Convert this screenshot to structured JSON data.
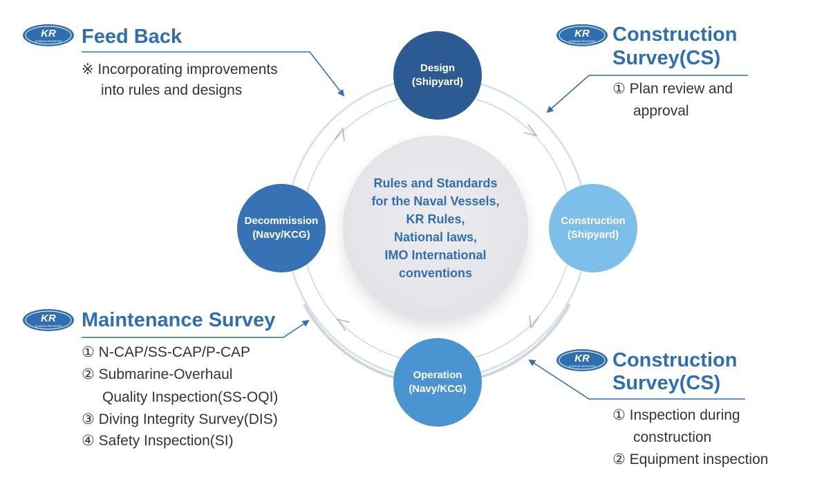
{
  "logo_text": "KR",
  "logo_subtext": "KOREAN REGISTER",
  "center": {
    "lines": [
      "Rules and Standards",
      "for the Naval Vessels,",
      "KR Rules,",
      "National laws,",
      "IMO International",
      "conventions"
    ]
  },
  "stages": {
    "design": {
      "line1": "Design",
      "line2": "(Shipyard)",
      "color": "#2c5a92"
    },
    "construction": {
      "line1": "Construction",
      "line2": "(Shipyard)",
      "color": "#7dbfe9"
    },
    "operation": {
      "line1": "Operation",
      "line2": "(Navy/KCG)",
      "color": "#4a95d1"
    },
    "decommission": {
      "line1": "Decommission",
      "line2": "(Navy/KCG)",
      "color": "#3672b4"
    }
  },
  "feedback": {
    "title": "Feed Back",
    "items": [
      "※ Incorporating improvements",
      "into rules and designs"
    ]
  },
  "cs_top": {
    "title_line1": "Construction",
    "title_line2": "Survey(CS)",
    "items": [
      "① Plan review and",
      "approval"
    ]
  },
  "maintenance": {
    "title": "Maintenance Survey",
    "items": [
      "① N-CAP/SS-CAP/P-CAP",
      "② Submarine-Overhaul",
      "Quality Inspection(SS-OQI)",
      "③ Diving Integrity Survey(DIS)",
      "④ Safety Inspection(SI)"
    ]
  },
  "cs_bottom": {
    "title_line1": "Construction",
    "title_line2": "Survey(CS)",
    "items": [
      "① Inspection during",
      "construction",
      "② Equipment inspection"
    ]
  },
  "colors": {
    "title_blue": "#2f6fb0",
    "leader_blue": "#2f6fb0",
    "ring": "#c8d8e8",
    "ring_inner": "#b8c8d8",
    "arrow": "#a9b6c4"
  }
}
